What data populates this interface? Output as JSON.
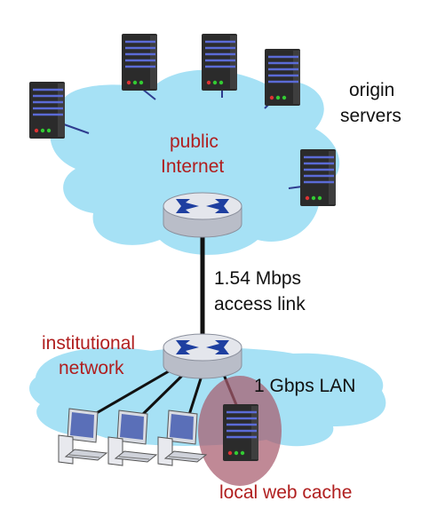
{
  "labels": {
    "origin_servers_line1": "origin",
    "origin_servers_line2": "servers",
    "public_internet_line1": "public",
    "public_internet_line2": "Internet",
    "access_link_line1": "1.54 Mbps",
    "access_link_line2": "access link",
    "institutional_network_line1": "institutional",
    "institutional_network_line2": "network",
    "lan_speed": "1 Gbps LAN",
    "local_web_cache": "local web cache"
  },
  "colors": {
    "cloud_fill": "#a6e1f5",
    "router_top": "#e4e6ec",
    "router_side": "#b9bdc8",
    "router_arrows": "#1e3fa0",
    "server_body": "#2b2b2b",
    "server_stripe": "#5b6bd6",
    "cache_highlight": "#a85c6d",
    "label_red": "#b01e1e",
    "link_line": "#111111"
  },
  "icons": {
    "server": "server-tower-icon",
    "router": "router-icon",
    "pc": "desktop-pc-icon"
  }
}
